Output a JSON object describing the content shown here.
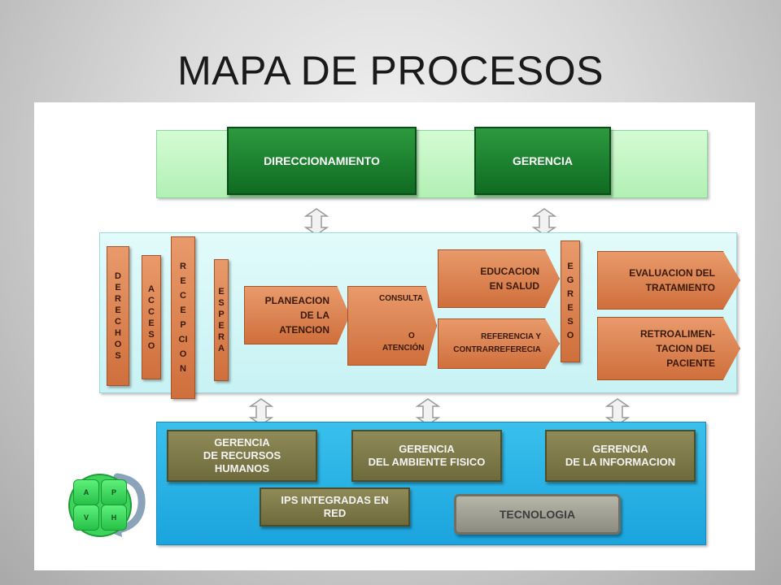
{
  "title": "MAPA DE PROCESOS",
  "strategic": {
    "direccionamiento": "DIRECCIONAMIENTO",
    "gerencia": "GERENCIA"
  },
  "mission": {
    "derechos": [
      "D",
      "E",
      "R",
      "E",
      "C",
      "H",
      "O",
      "S"
    ],
    "acceso": [
      "A",
      "C",
      "C",
      "E",
      "S",
      "O"
    ],
    "recepcion": [
      "R",
      "E",
      "C",
      "E",
      "P",
      "CI",
      "O",
      "N"
    ],
    "espera": [
      "E",
      "S",
      "P",
      "E",
      "R",
      "A"
    ],
    "planeacion": [
      "PLANEACION",
      "DE LA",
      "ATENCION"
    ],
    "consulta": {
      "line1": "CONSULTA",
      "line2": "O",
      "line3": "ATENCIÓN"
    },
    "educacion": [
      "EDUCACION",
      "",
      "EN SALUD"
    ],
    "referencia": [
      "REFERENCIA Y",
      "CONTRARREFERECIA"
    ],
    "egreso": [
      "E",
      "G",
      "R",
      "E",
      "S",
      "O"
    ],
    "evaluacion": [
      "EVALUACION DEL",
      "TRATAMIENTO"
    ],
    "retroalimentacion": [
      "RETROALIMEN-",
      "TACION DEL",
      "PACIENTE"
    ]
  },
  "support": {
    "rrhh": [
      "GERENCIA",
      "DE RECURSOS",
      "HUMANOS"
    ],
    "ambiente": [
      "GERENCIA",
      "DEL AMBIENTE FISICO"
    ],
    "informacion": [
      "GERENCIA",
      "DE LA INFORMACION"
    ],
    "ips": [
      "IPS INTEGRADAS EN",
      "RED"
    ],
    "tecnologia": "TECNOLOGIA"
  },
  "pdca": {
    "a": "A",
    "p": "P",
    "v": "V",
    "h": "H"
  },
  "colors": {
    "strategic_band": "#b2f0b4",
    "strategic_box": "#0f6b22",
    "mission_band": "#c8f2f4",
    "process_orange": "#cf6f3c",
    "support_band": "#1ba4dd",
    "support_box": "#6e6a3c",
    "pdca_green": "#27c148"
  }
}
